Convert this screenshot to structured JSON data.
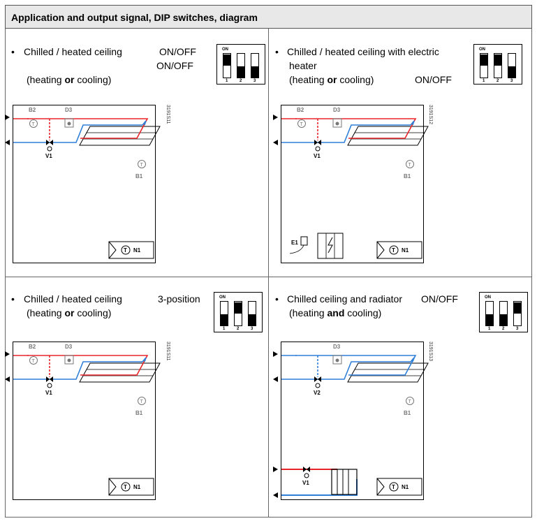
{
  "header": {
    "title": "Application and output signal, DIP switches, diagram"
  },
  "dip_common": {
    "on_label": "ON",
    "nums": [
      "1",
      "2",
      "3"
    ]
  },
  "panels": [
    {
      "line1": "Chilled / heated ceiling",
      "signal1": "ON/OFF",
      "signal2": "ON/OFF",
      "line2_pre": "(heating ",
      "line2_bold": "or",
      "line2_post": " cooling)",
      "code": "3191S11",
      "dip": [
        true,
        false,
        false
      ],
      "labels": {
        "b2": "B2",
        "d3": "D3",
        "v": "V1",
        "b1": "B1",
        "n1": "N1"
      }
    },
    {
      "line1": "Chilled / heated ceiling with electric",
      "line1b": "heater",
      "line2_pre": "(heating ",
      "line2_bold": "or",
      "line2_post": " cooling)",
      "signal1": "ON/OFF",
      "code": "3191S12",
      "dip": [
        true,
        true,
        false
      ],
      "labels": {
        "b2": "B2",
        "d3": "D3",
        "v": "V1",
        "b1": "B1",
        "n1": "N1",
        "e1": "E1"
      }
    },
    {
      "line1": "Chilled / heated ceiling",
      "signal1": "3-position",
      "line2_pre": "(heating ",
      "line2_bold": "or",
      "line2_post": " cooling)",
      "code": "3191S11",
      "dip": [
        false,
        true,
        false
      ],
      "labels": {
        "b2": "B2",
        "d3": "D3",
        "v": "V1",
        "b1": "B1",
        "n1": "N1"
      }
    },
    {
      "line1": "Chilled ceiling and radiator",
      "signal1": "ON/OFF",
      "line2_pre": "(heating ",
      "line2_bold": "and",
      "line2_post": " cooling)",
      "code": "3191S13",
      "dip": [
        false,
        false,
        true
      ],
      "labels": {
        "d3": "D3",
        "v2": "V2",
        "b1": "B1",
        "n1": "N1",
        "v1": "V1"
      }
    }
  ],
  "colors": {
    "supply": "#e8262a",
    "return": "#2f7fd8",
    "sensor": "#777777"
  }
}
